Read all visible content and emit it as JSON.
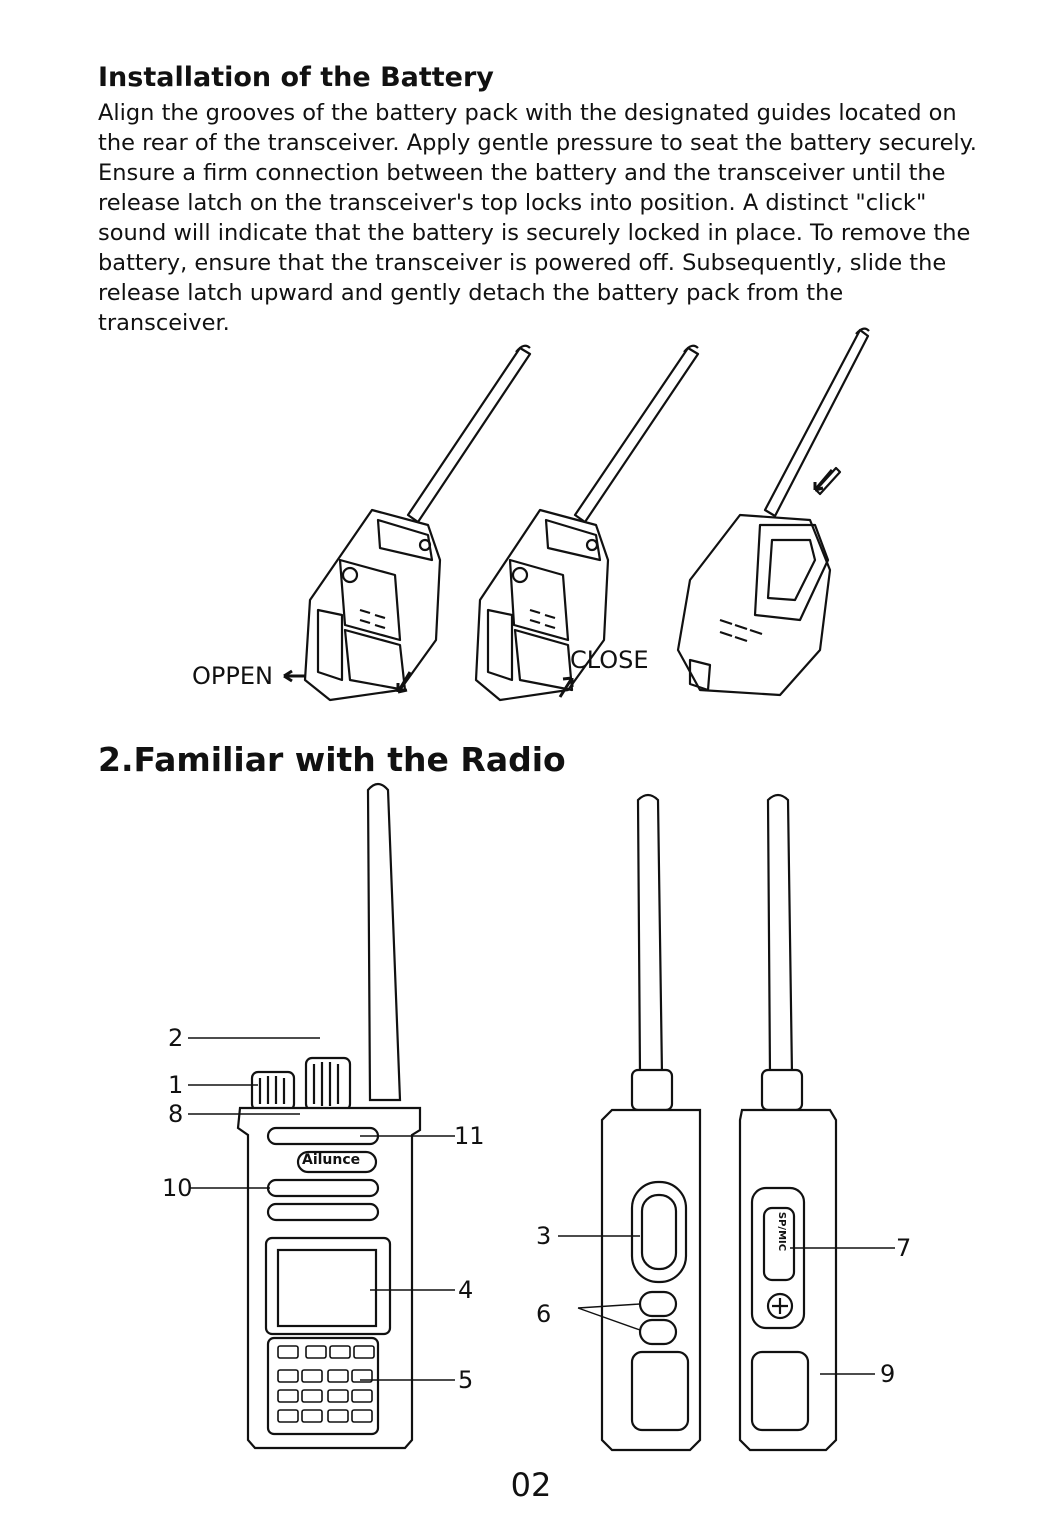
{
  "section1": {
    "title": "Installation of the Battery",
    "body": "Align the grooves of the battery pack with the designated guides located on the rear of the transceiver. Apply gentle pressure to seat the battery securely. Ensure a firm connection between the battery and the transceiver until the release latch on the transceiver's top locks into position. A distinct \"click\" sound will indicate that the battery is securely locked in place. To remove the battery, ensure that the transceiver is powered off. Subsequently, slide the release latch upward and gently detach the battery pack from the transceiver.",
    "open_label": "OPPEN",
    "close_label": "CLOSE"
  },
  "section2": {
    "title": "2.Familiar with the Radio",
    "brand": "Ailunce",
    "side_port_label": "SP/MIC",
    "callouts": [
      "1",
      "2",
      "3",
      "4",
      "5",
      "6",
      "7",
      "8",
      "9",
      "10",
      "11"
    ]
  },
  "page_number": "02"
}
